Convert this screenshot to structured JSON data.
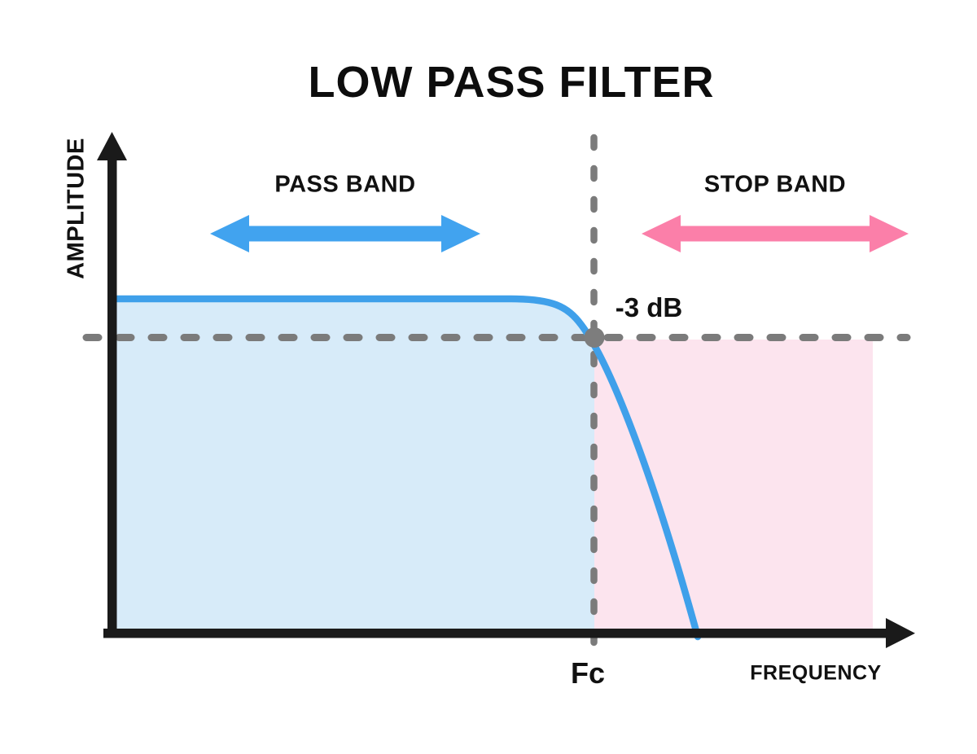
{
  "title": "LOW PASS FILTER",
  "axes": {
    "y_label": "AMPLITUDE",
    "x_label": "FREQUENCY",
    "cutoff_tick_label": "Fc"
  },
  "bands": {
    "pass_band_label": "PASS BAND",
    "stop_band_label": "STOP BAND"
  },
  "annotations": {
    "attenuation_level_label": "-3 dB"
  },
  "colors": {
    "curve": "#3FA0EA",
    "passband_arrow": "#41A3EF",
    "stopband_arrow": "#FB7FA9",
    "passband_area": "#D7EBF9",
    "stopband_area": "#FCE4EE",
    "dashed_line": "#7B7B7B",
    "cutoff_dot": "#7D7D7D",
    "axis": "#1A1A1A"
  }
}
